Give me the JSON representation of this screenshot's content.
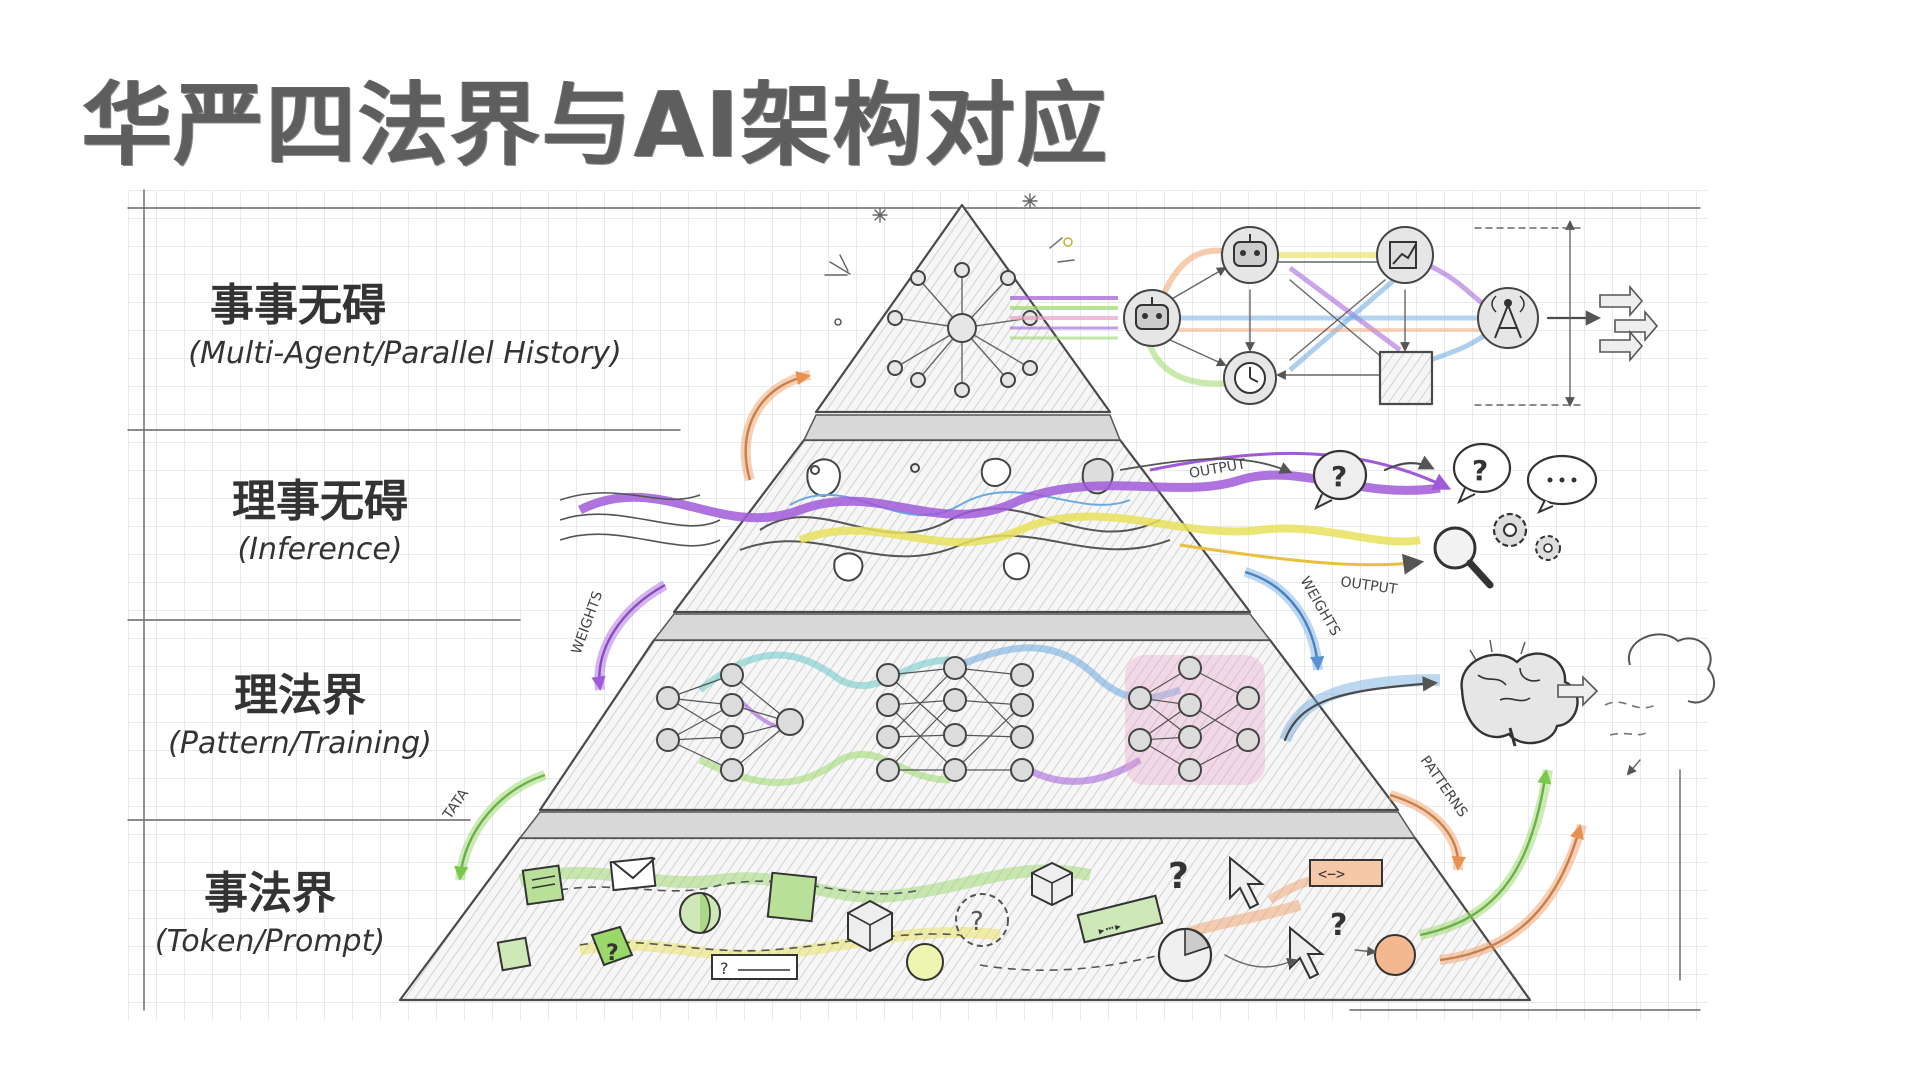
{
  "title": "华严四法界与AI架构对应",
  "tiers": [
    {
      "zh": "事事无碍",
      "en": "(Multi-Agent/Parallel History)"
    },
    {
      "zh": "理事无碍",
      "en": "(Inference)"
    },
    {
      "zh": "理法界",
      "en": "(Pattern/Training)"
    },
    {
      "zh": "事法界",
      "en": "(Token/Prompt)"
    }
  ],
  "annotations": {
    "output_top": "OUTPUT",
    "output_bottom": "OUTPUT",
    "weights_left": "WEIGHTS",
    "weights_right": "WEIGHTS",
    "data_left": "TATA",
    "patterns_right": "PATTERNS"
  },
  "icons": [
    "robot-icon",
    "chart-icon",
    "clock-icon",
    "antenna-icon",
    "brain-icon",
    "question-bubble-icon",
    "magnifier-icon",
    "gear-icon",
    "cursor-icon",
    "envelope-icon",
    "cube-icon",
    "pie-chart-icon"
  ],
  "colors": {
    "purple": "#a05ad8",
    "yellow": "#e8e05a",
    "blue": "#6aa8e0",
    "orange": "#f0a06a",
    "green": "#9ad86a",
    "teal": "#6ac8c8",
    "pink": "#e8a0c8"
  }
}
